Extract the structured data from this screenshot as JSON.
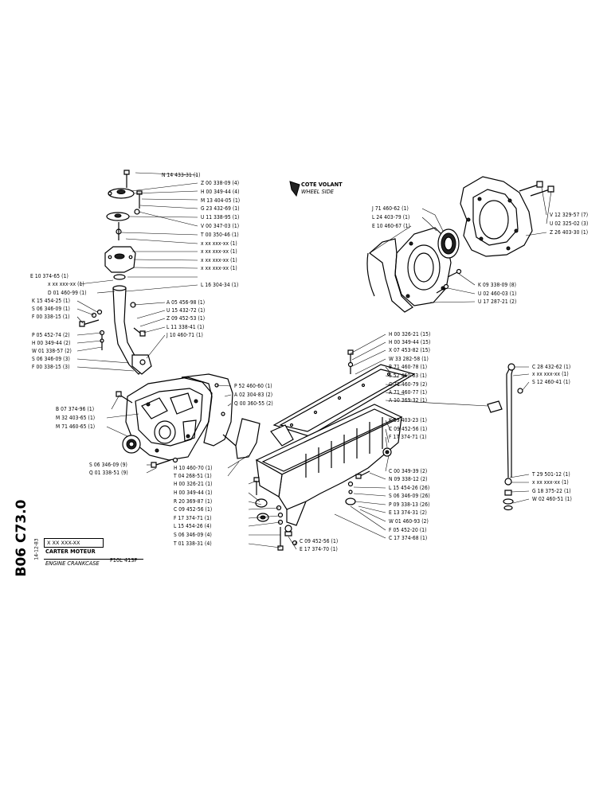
{
  "sheet": {
    "code": "B06 C73.0",
    "date": "14-12-83",
    "ref_box": "X XX XXX-XX",
    "title_fr": "CARTER MOTEUR",
    "title_en": "ENGINE CRANKCASE",
    "model": "F10L 413F"
  },
  "wheel_side": {
    "fr": "COTE VOLANT",
    "en": "WHEEL SIDE"
  },
  "labels": [
    "N 14 433-31 (1)",
    "Z 00 338-09 (4)",
    "H 00 349-44 (4)",
    "M 13 404-05 (1)",
    "G 23 432-69 (1)",
    "U 11 338-95 (1)",
    "V 00 347-03 (1)",
    "T 00 350-46 (1)",
    "x xx xxx-xx (1)",
    "x xx xxx-xx (1)",
    "x xx xxx-xx (1)",
    "x xx xxx-xx (1)",
    "L 16 304-34 (1)",
    "E 10 374-65 (1)",
    "x xx xxx-xx (1)",
    "D 01 460-99 (1)",
    "K 15 454-25 (1)",
    "S 06 346-09 (1)",
    "F 00 338-15 (1)",
    "A 05 456-98 (1)",
    "U 15 432-72 (1)",
    "Z 09 452-53 (1)",
    "L 11 338-41 (1)",
    "J 10 460-71 (1)",
    "P 05 452-74 (2)",
    "H 00 349-44 (2)",
    "W 01 338-57 (2)",
    "S 06 346-09 (3)",
    "F 00 338-15 (3)",
    "J 71 460-62 (1)",
    "L 24 403-79 (1)",
    "E 10 460-67 (1)",
    "V 12 329-57 (7)",
    "U 02 325-02 (3)",
    "Z 26 403-30 (1)",
    "K 09 338-09 (8)",
    "U 02 460-03 (1)",
    "U 17 287-21 (2)",
    "H 00 326-21 (15)",
    "H 00 349-44 (15)",
    "X 07 453-82 (15)",
    "W 33 282-58 (1)",
    "B 71 460-78 (1)",
    "S 52 460-63 (1)",
    "C 71 460-79 (2)",
    "A 71 460-77 (1)",
    "A 10 369-32 (1)",
    "K 39 403-23 (1)",
    "C 09 452-56 (1)",
    "F 17 374-71 (1)",
    "C 28 432-62 (1)",
    "x xx xxx-xx (1)",
    "S 12 460-41 (1)",
    "P 52 460-60 (1)",
    "A 02 304-83 (2)",
    "Q 00 360-55 (2)",
    "B 07 374-96 (1)",
    "M 32 403-65 (1)",
    "M 71 460-65 (1)",
    "S 06 346-09 (9)",
    "Q 01 338-51 (9)",
    "H 10 460-70 (1)",
    "T 04 268-51 (1)",
    "H 00 326-21 (1)",
    "H 00 349-44 (1)",
    "R 20 369-87 (1)",
    "C 09 452-56 (1)",
    "F 17 374-71 (1)",
    "L 15 454-26 (4)",
    "S 06 346-09 (4)",
    "T 01 338-31 (4)",
    "C 00 349-39 (2)",
    "N 09 338-12 (2)",
    "L 15 454-26 (26)",
    "S 06 346-09 (26)",
    "P 09 338-13 (26)",
    "E 13 374-31 (2)",
    "W 01 460-93 (2)",
    "F 05 452-20 (1)",
    "C 17 374-68 (1)",
    "C 09 452-56 (1)",
    "E 17 374-70 (1)",
    "T 29 501-12 (1)",
    "x xx xxx-xx (1)",
    "G 18 375-22 (1)",
    "W 02 460-51 (1)"
  ]
}
